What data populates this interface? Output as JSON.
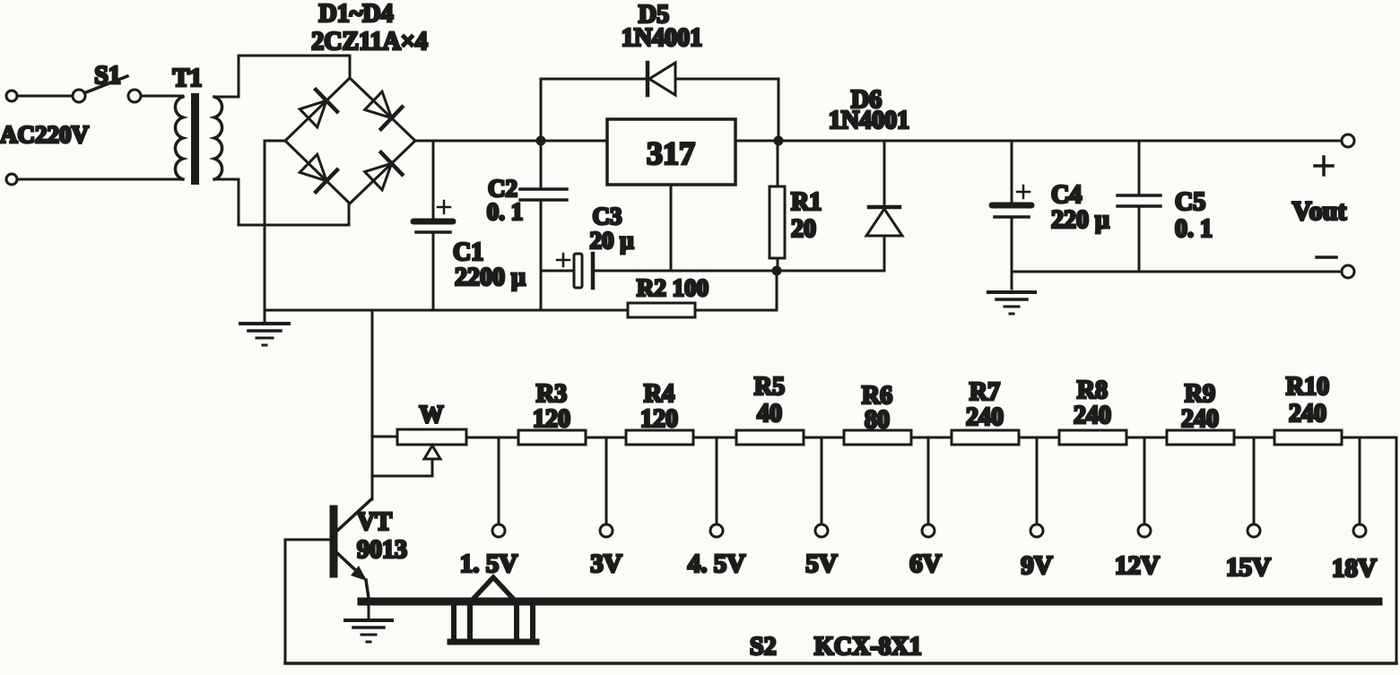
{
  "labels": {
    "ac_input": "AC220V",
    "switch_s1": "S1",
    "transformer": "T1",
    "bridge_name": "D1~D4",
    "bridge_type": "2CZ11A×4",
    "d5_name": "D5",
    "d5_type": "1N4001",
    "regulator": "317",
    "d6_name": "D6",
    "d6_type": "1N4001",
    "c1_name": "C1",
    "c1_value": "2200 μ",
    "c2_name": "C2",
    "c2_value": "0. 1",
    "c3_name": "C3",
    "c3_value": "20 μ",
    "c4_name": "C4",
    "c4_value": "220 μ",
    "c5_name": "C5",
    "c5_value": "0. 1",
    "r1_name": "R1",
    "r1_value": "20",
    "r2": "R2 100",
    "pot": "W",
    "vt_name": "VT",
    "vt_type": "9013",
    "vout": "Vout",
    "plus": "+",
    "minus": "−",
    "s2_name": "S2",
    "s2_type": "KCX-8X1"
  },
  "ladder": {
    "resistors": [
      {
        "name": "R3",
        "value": "120"
      },
      {
        "name": "R4",
        "value": "120"
      },
      {
        "name": "R5",
        "value": "40"
      },
      {
        "name": "R6",
        "value": "80"
      },
      {
        "name": "R7",
        "value": "240"
      },
      {
        "name": "R8",
        "value": "240"
      },
      {
        "name": "R9",
        "value": "240"
      },
      {
        "name": "R10",
        "value": "240"
      }
    ],
    "taps": [
      "1. 5V",
      "3V",
      "4. 5V",
      "5V",
      "6V",
      "9V",
      "12V",
      "15V",
      "18V"
    ]
  }
}
